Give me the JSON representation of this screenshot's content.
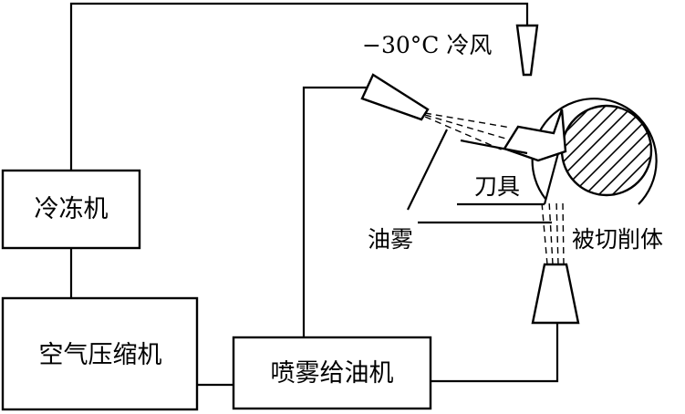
{
  "diagram": {
    "blocks": {
      "chiller": "冷冻机",
      "air_compressor": "空气压缩机",
      "mist_oiler": "喷雾给油机"
    },
    "labels": {
      "cold_air": "−30°C  冷风",
      "tool": "刀具",
      "oil_mist": "油雾",
      "workpiece": "被切削体"
    }
  }
}
